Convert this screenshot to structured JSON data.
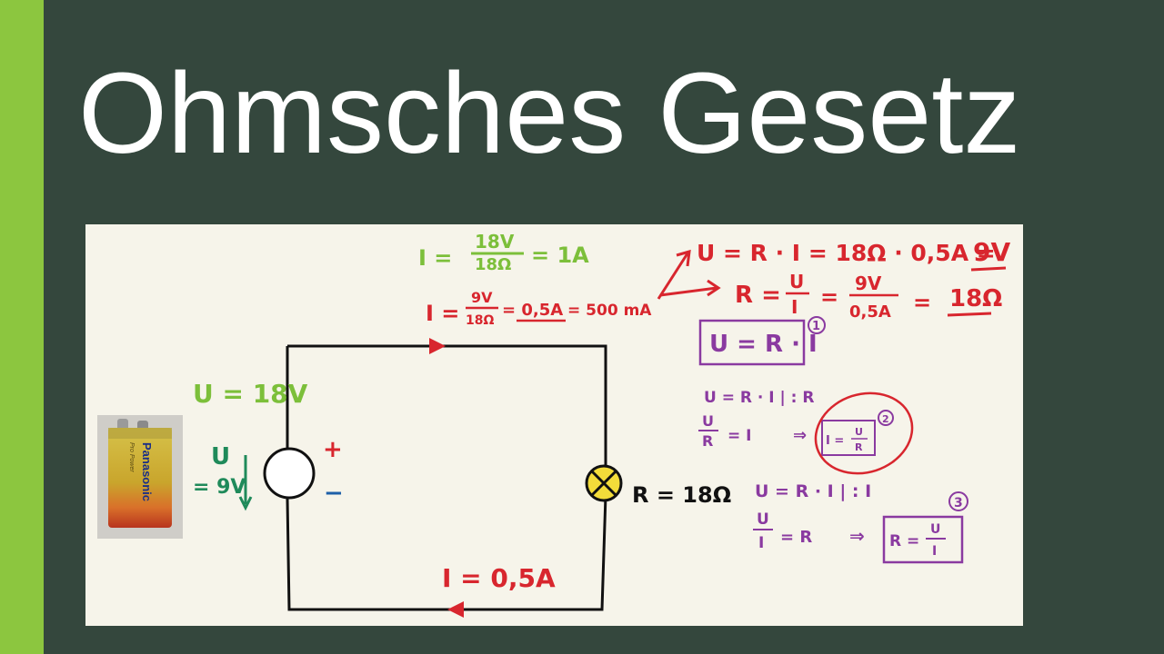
{
  "slide": {
    "title": "Ohmsches Gesetz",
    "colors": {
      "background": "#34473d",
      "accent": "#8cc63f",
      "board": "#f6f4ea",
      "red": "#d8262e",
      "green": "#7cbf3a",
      "purple": "#8a3aa0",
      "blue": "#1d5fa8"
    }
  },
  "board": {
    "calc_green": {
      "lhs": "I =",
      "numerator": "18V",
      "denominator": "18Ω",
      "rhs": "= 1A"
    },
    "calc_red": {
      "lhs": "I =",
      "numerator": "9V",
      "denominator": "18Ω",
      "result": "= 0,5A",
      "result_ma": "= 500 mA"
    },
    "formula_u": {
      "text": "U = R · I = 18Ω · 0,5A =",
      "result": "9V"
    },
    "formula_r": {
      "lhs": "R =",
      "num1": "U",
      "den1": "I",
      "eq": "=",
      "num2": "9V",
      "den2": "0,5A",
      "eq2": "=",
      "result": "18Ω"
    },
    "box1": {
      "formula": "U = R · I",
      "number": "1"
    },
    "derivation2": {
      "line1": "U = R · I   | : R",
      "frac_num": "U",
      "frac_den": "R",
      "tail": "= I",
      "arrow": "⇒",
      "box_lhs": "I =",
      "box_num": "U",
      "box_den": "R",
      "number": "2"
    },
    "derivation3": {
      "line1": "U = R · I   | : I",
      "frac_num": "U",
      "frac_den": "I",
      "tail": "= R",
      "arrow": "⇒",
      "box_lhs": "R =",
      "box_num": "U",
      "box_den": "I",
      "number": "3"
    },
    "circuit": {
      "source_voltage": "U = 18V",
      "voltage_symbol": "U",
      "voltage_value": "= 9V",
      "plus": "+",
      "minus": "−",
      "resistance": "R = 18Ω",
      "current": "I = 0,5A"
    },
    "battery": {
      "brand": "Panasonic",
      "sub": "Pro Power"
    }
  }
}
